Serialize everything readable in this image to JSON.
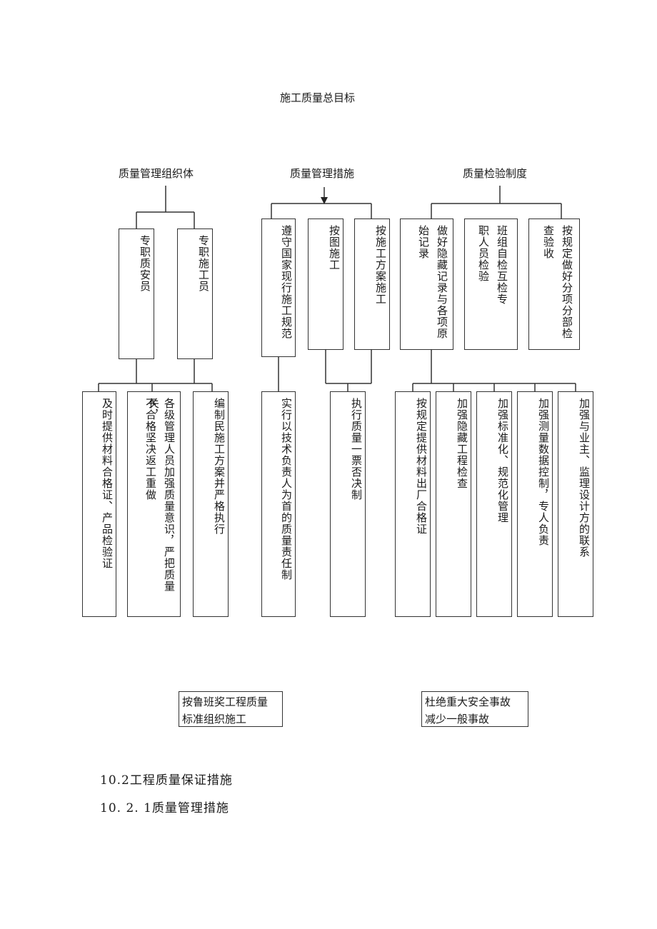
{
  "diagram": {
    "root": "施工质量总目标",
    "branches": {
      "org": "质量管理组织体",
      "measures": "质量管理措施",
      "inspection": "质量检验制度"
    },
    "org_level1": [
      "专职质安员",
      "专职施工员"
    ],
    "org_level2": [
      "及时提供材料合格证、产品检验证",
      "不合格坚决返工重做",
      "各级管理人员加强质量意识，严把质量关，",
      "编制民施工方案并严格执行"
    ],
    "measures_level1": [
      "遵守国家现行施工规范",
      "按图施工",
      "按施工方案施工"
    ],
    "measures_level2": [
      "实行以技术负责人为首的质量责任制",
      "执行质量一票否决制"
    ],
    "inspection_level1": [
      "始记录",
      "做好隐藏记录与各项原",
      "职人员检验",
      "班组自检互检专",
      "查验收",
      "按规定做好分项分部检"
    ],
    "inspection_level2": [
      "按规定提供材料出厂合格证",
      "加强隐藏工程检查",
      "加强标准化、规范化管理",
      "加强测量数据控制，专人负责",
      "加强与业主、监理设计方的联系"
    ],
    "outcomes": [
      {
        "line1": "按鲁班奖工程质量",
        "line2": "标准组织施工"
      },
      {
        "line1": "杜绝重大安全事故",
        "line2": "减少一般事故"
      }
    ]
  },
  "headings": {
    "section": "10.2工程质量保证措施",
    "subsection": "10. 2. 1质量管理措施"
  }
}
